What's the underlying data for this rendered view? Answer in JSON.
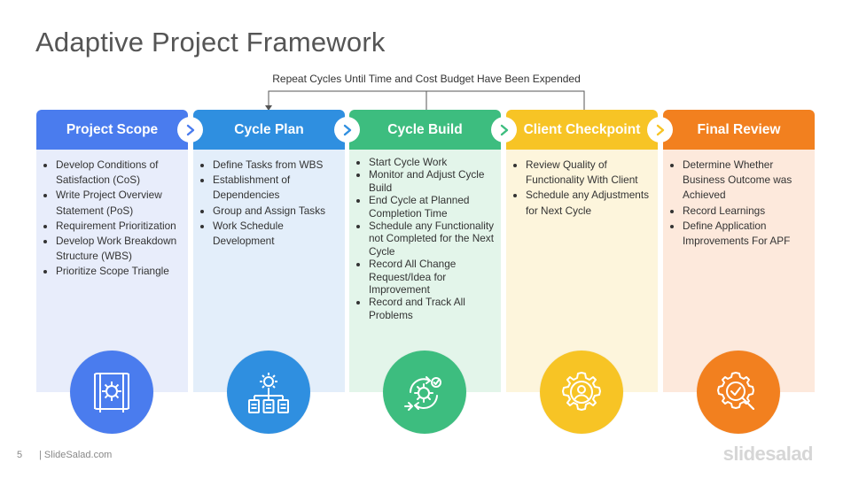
{
  "title": "Adaptive Project Framework",
  "loop_label": "Repeat Cycles Until Time and Cost Budget Have Been Expended",
  "columns": [
    {
      "title": "Project Scope",
      "color": "#4a7cee",
      "bg": "#e8edfb",
      "icon": "blueprint-gear-icon",
      "items": [
        "Develop Conditions of Satisfaction (CoS)",
        "Write Project Overview Statement (PoS)",
        "Requirement Prioritization",
        "Develop Work Breakdown Structure (WBS)",
        " Prioritize Scope Triangle"
      ]
    },
    {
      "title": "Cycle Plan",
      "color": "#2f8fe0",
      "bg": "#e3eefa",
      "icon": "workflow-gear-icon",
      "items": [
        "Define Tasks from WBS",
        "Establishment of Dependencies",
        "Group and Assign Tasks",
        "Work Schedule Development"
      ]
    },
    {
      "title": "Cycle Build",
      "color": "#3dbd7f",
      "bg": "#e3f5ea",
      "icon": "cycle-gear-icon",
      "items": [
        "Start Cycle Work",
        "Monitor and Adjust Cycle Build",
        "End Cycle at Planned Completion Time",
        "Schedule any Functionality not Completed for the Next Cycle",
        "Record All Change Request/Idea for Improvement",
        "Record and Track All Problems"
      ]
    },
    {
      "title": "Client Checkpoint",
      "color": "#f7c425",
      "bg": "#fdf5dc",
      "icon": "user-gear-icon",
      "items": [
        "Review Quality of Functionality With Client",
        "Schedule any Adjustments for Next Cycle"
      ]
    },
    {
      "title": "Final Review",
      "color": "#f2801f",
      "bg": "#fde9dc",
      "icon": "gear-check-search-icon",
      "items": [
        "Determine Whether Business Outcome was Achieved",
        "Record Learnings",
        "Define Application Improvements For APF"
      ]
    }
  ],
  "footer": {
    "page_number": "5",
    "site": "| SlideSalad.com",
    "logo": "slidesalad"
  }
}
